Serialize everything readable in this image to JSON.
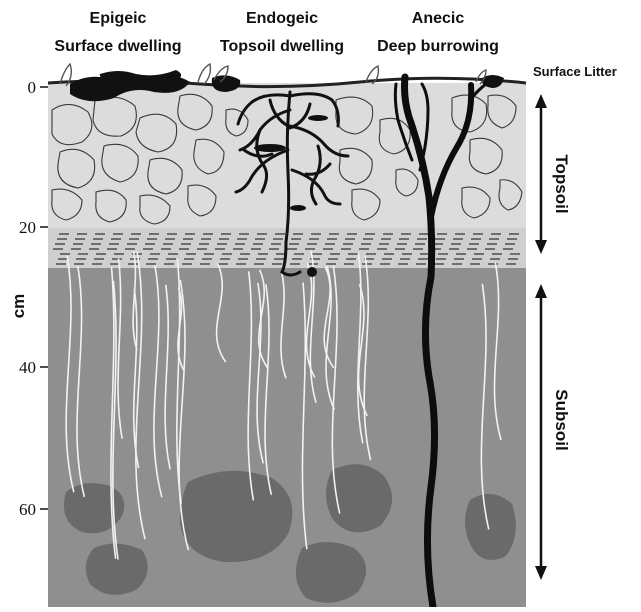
{
  "headers": {
    "epigeic": {
      "title": "Epigeic",
      "subtitle": "Surface dwelling"
    },
    "endogeic": {
      "title": "Endogeic",
      "subtitle": "Topsoil dwelling"
    },
    "anecic": {
      "title": "Anecic",
      "subtitle": "Deep burrowing"
    }
  },
  "labels": {
    "surface_litter": "Surface Litter",
    "topsoil": "Topsoil",
    "subsoil": "Subsoil",
    "axis_unit": "cm"
  },
  "depth_ticks": [
    "0",
    "20",
    "40",
    "60"
  ],
  "colors": {
    "topsoil": "#dcdcdc",
    "transition": "#cfcfcf",
    "subsoil": "#8f8f8f",
    "clods": "#6a6a6a",
    "burrow": "#111111",
    "roots": "#f2f2f2"
  }
}
